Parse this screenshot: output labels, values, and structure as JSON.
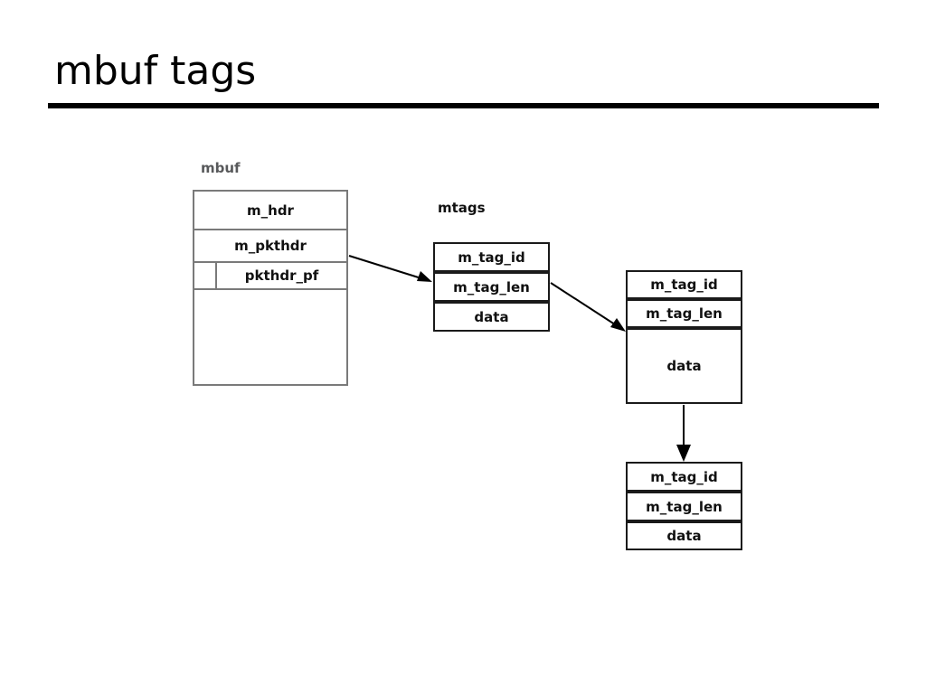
{
  "slide": {
    "title": "mbuf tags",
    "background_color": "#ffffff",
    "title_color": "#000000",
    "rule_color": "#000000"
  },
  "diagram": {
    "captions": {
      "mbuf": "mbuf",
      "mtags": "mtags"
    },
    "mbuf_struct": {
      "name": "mbuf",
      "border_color": "#7a7a7a",
      "rows": [
        {
          "label": "m_hdr"
        },
        {
          "label": "m_pkthdr"
        },
        {
          "label": "pkthdr_pf"
        },
        {
          "label": ""
        }
      ]
    },
    "mtag_list": {
      "name": "mtags",
      "border_color": "#1a1a1a",
      "nodes": [
        {
          "id": "tag1",
          "rows": [
            {
              "label": "m_tag_id"
            },
            {
              "label": "m_tag_len"
            },
            {
              "label": "data"
            }
          ]
        },
        {
          "id": "tag2",
          "rows": [
            {
              "label": "m_tag_id"
            },
            {
              "label": "m_tag_len"
            },
            {
              "label": "data"
            }
          ]
        },
        {
          "id": "tag3",
          "rows": [
            {
              "label": "m_tag_id"
            },
            {
              "label": "m_tag_len"
            },
            {
              "label": "data"
            }
          ]
        }
      ]
    },
    "arrows": [
      {
        "name": "mbuf-to-tag1",
        "from": "m_pkthdr",
        "to": "tag1.m_tag_len"
      },
      {
        "name": "tag1-to-tag2",
        "from": "tag1.m_tag_len",
        "to": "tag2.data"
      },
      {
        "name": "tag2-to-tag3",
        "from": "tag2.data",
        "to": "tag3.m_tag_id"
      }
    ]
  }
}
